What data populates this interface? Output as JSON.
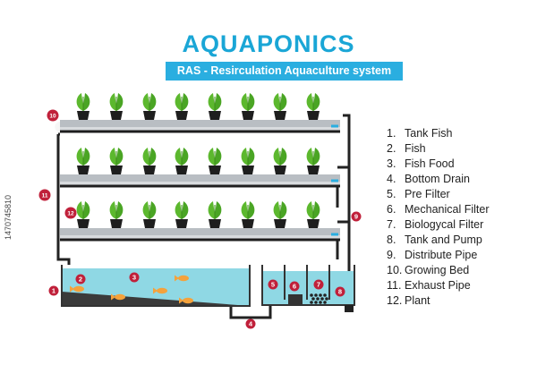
{
  "title": "AQUAPONICS",
  "subtitle": "RAS - Resirculation Aquaculture system",
  "legend": [
    {
      "num": "1.",
      "label": "Tank Fish"
    },
    {
      "num": "2.",
      "label": "Fish"
    },
    {
      "num": "3.",
      "label": "Fish Food"
    },
    {
      "num": "4.",
      "label": "Bottom Drain"
    },
    {
      "num": "5.",
      "label": "Pre Filter"
    },
    {
      "num": "6.",
      "label": "Mechanical Filter"
    },
    {
      "num": "7.",
      "label": "Biologycal Filter"
    },
    {
      "num": "8.",
      "label": "Tank and Pump"
    },
    {
      "num": "9.",
      "label": "Distribute Pipe"
    },
    {
      "num": "10.",
      "label": "Growing Bed"
    },
    {
      "num": "11.",
      "label": "Exhaust Pipe"
    },
    {
      "num": "12.",
      "label": "Plant"
    }
  ],
  "markers": [
    "1",
    "2",
    "3",
    "4",
    "5",
    "6",
    "7",
    "8",
    "9",
    "10",
    "11",
    "12"
  ],
  "stock_id": "1470745810",
  "colors": {
    "title": "#1aa6d6",
    "banner": "#2aaee0",
    "marker": "#c0203a",
    "water": "#8fd8e4",
    "leaf": "#5cb82e",
    "pot": "#1e1e1e",
    "bed": "#b9bec3",
    "fish": "#f4a23c"
  }
}
